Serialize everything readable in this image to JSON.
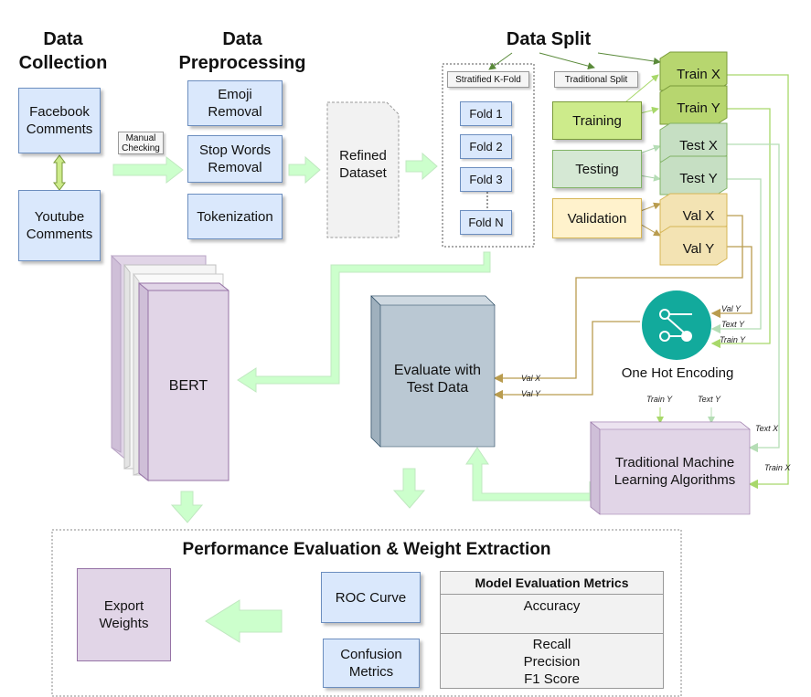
{
  "headers": {
    "data_collection": [
      "Data",
      "Collection"
    ],
    "data_preprocessing": [
      "Data",
      "Preprocessing"
    ],
    "data_split": "Data Split"
  },
  "collection": {
    "facebook": "Facebook Comments",
    "youtube": "Youtube Comments"
  },
  "manual_checking": "Manual Checking",
  "preprocessing": {
    "emoji": "Emoji Removal",
    "stopwords": "Stop Words Removal",
    "tokenization": "Tokenization"
  },
  "refined_dataset": "Refined Dataset",
  "stratified": {
    "title": "Stratified K-Fold",
    "folds": [
      "Fold 1",
      "Fold 2",
      "Fold 3",
      "Fold N"
    ]
  },
  "traditional_split": {
    "title": "Traditional Split",
    "training": "Training",
    "testing": "Testing",
    "validation": "Validation"
  },
  "outputs": {
    "train_x": "Train X",
    "train_y": "Train Y",
    "test_x": "Test X",
    "test_y": "Test Y",
    "val_x": "Val X",
    "val_y": "Val Y"
  },
  "edge_labels": {
    "val_y": "Val Y",
    "text_y": "Text Y",
    "train_y": "Train Y",
    "val_x_eval": "Val X",
    "val_y_eval": "Val Y",
    "train_y_down": "Train Y",
    "text_y_down": "Text Y",
    "text_x_side": "Text X",
    "train_x_side": "Train X"
  },
  "one_hot_encoding": "One Hot Encoding",
  "bert": "BERT",
  "evaluate": "Evaluate with Test Data",
  "traditional_ml": "Traditional Machine Learning Algorithms",
  "performance": {
    "title": "Performance Evaluation & Weight Extraction",
    "export": "Export Weights",
    "roc": "ROC Curve",
    "confusion": "Confusion Metrics",
    "metrics_title": "Model Evaluation Metrics",
    "accuracy": "Accuracy",
    "recall": "Recall",
    "precision": "Precision",
    "f1": "F1 Score"
  },
  "colors": {
    "blue_fill": "#dae8fc",
    "green_arrow": "#ccffcc",
    "purple_fill": "#e1d5e7",
    "slate_fill": "#bac8d3",
    "teal": "#12aa9c",
    "lime": "#cdeb8b",
    "olive_line": "#b99c4f"
  }
}
